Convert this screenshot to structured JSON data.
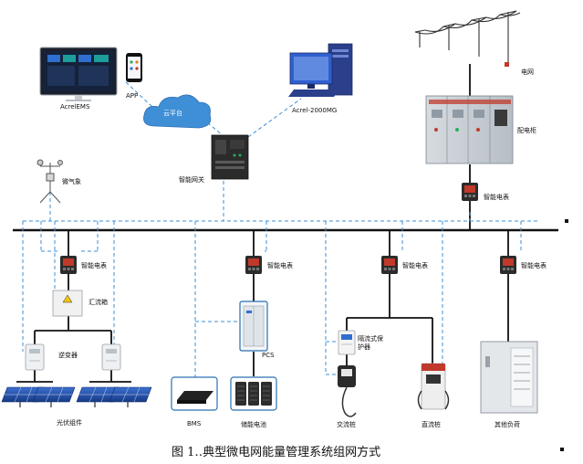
{
  "caption": "图 1‥典型微电网能量管理系统组网方式",
  "labels": {
    "acrel_ems": "AcrelEMS",
    "app": "APP",
    "cloud": "云平台",
    "acrel_2000mg": "Acrel-2000MG",
    "grid": "电网",
    "distribution_cabinet": "配电柜",
    "smart_meter": "智能电表",
    "weather_station": "微气象",
    "smart_gateway": "智能网关",
    "combiner_box": "汇流箱",
    "inverter": "逆变器",
    "pv_module": "光伏组件",
    "pcs": "PCS",
    "bms": "BMS",
    "battery": "储能电池",
    "protector": "隔流式保护器",
    "ac_pile": "交流桩",
    "dc_pile": "直流桩",
    "other_load": "其他负荷"
  },
  "colors": {
    "solid_line": "#111111",
    "dashed_line": "#3d8fd6",
    "cloud": "#3f8fd6",
    "meter_body": "#2b2b2b",
    "meter_screen": "#c0392b",
    "panel_blue": "#1f4fa6",
    "monitor_blue": "#2f5fcf"
  }
}
